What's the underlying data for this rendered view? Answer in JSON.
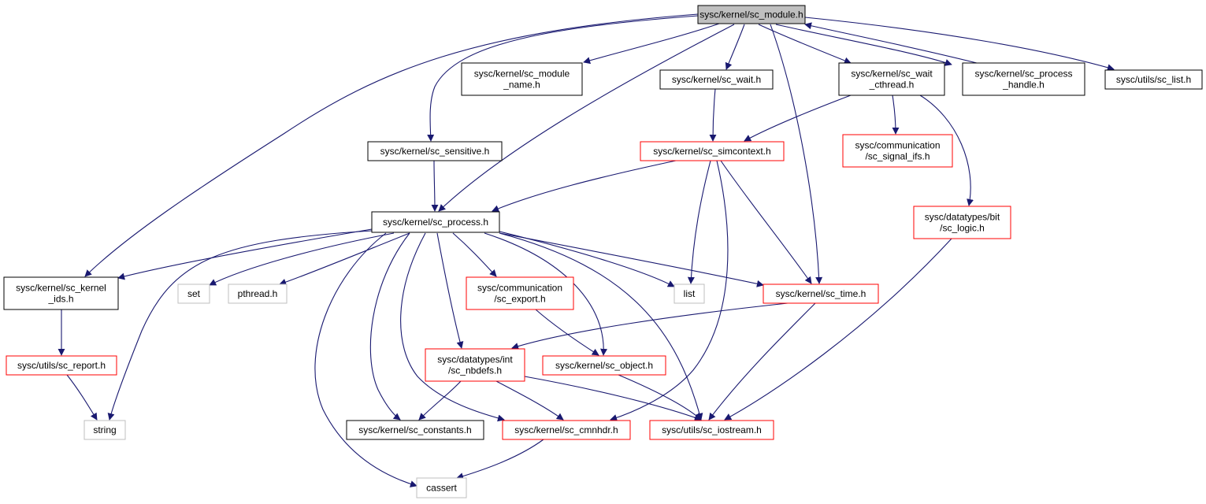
{
  "colors": {
    "edge": "#191970",
    "border_documented": "#000000",
    "border_red": "#ff0000",
    "border_external": "#bfbfbf",
    "root_fill": "#bfbfbf",
    "fill": "#ffffff"
  },
  "nodes": [
    {
      "id": "sc_module",
      "lines": [
        "sysc/kernel/sc_module.h"
      ],
      "kind": "root"
    },
    {
      "id": "sc_module_name",
      "lines": [
        "sysc/kernel/sc_module",
        "_name.h"
      ],
      "kind": "documented"
    },
    {
      "id": "sc_wait",
      "lines": [
        "sysc/kernel/sc_wait.h"
      ],
      "kind": "documented"
    },
    {
      "id": "sc_wait_cthread",
      "lines": [
        "sysc/kernel/sc_wait",
        "_cthread.h"
      ],
      "kind": "documented"
    },
    {
      "id": "sc_process_handle",
      "lines": [
        "sysc/kernel/sc_process",
        "_handle.h"
      ],
      "kind": "documented"
    },
    {
      "id": "sc_list",
      "lines": [
        "sysc/utils/sc_list.h"
      ],
      "kind": "documented"
    },
    {
      "id": "sc_sensitive",
      "lines": [
        "sysc/kernel/sc_sensitive.h"
      ],
      "kind": "documented"
    },
    {
      "id": "sc_simcontext",
      "lines": [
        "sysc/kernel/sc_simcontext.h"
      ],
      "kind": "red"
    },
    {
      "id": "sc_signal_ifs",
      "lines": [
        "sysc/communication",
        "/sc_signal_ifs.h"
      ],
      "kind": "red"
    },
    {
      "id": "sc_process",
      "lines": [
        "sysc/kernel/sc_process.h"
      ],
      "kind": "documented"
    },
    {
      "id": "sc_logic",
      "lines": [
        "sysc/datatypes/bit",
        "/sc_logic.h"
      ],
      "kind": "red"
    },
    {
      "id": "sc_kernel_ids",
      "lines": [
        "sysc/kernel/sc_kernel",
        "_ids.h"
      ],
      "kind": "documented"
    },
    {
      "id": "set",
      "lines": [
        "set"
      ],
      "kind": "external"
    },
    {
      "id": "pthread",
      "lines": [
        "pthread.h"
      ],
      "kind": "external"
    },
    {
      "id": "sc_export",
      "lines": [
        "sysc/communication",
        "/sc_export.h"
      ],
      "kind": "red"
    },
    {
      "id": "list",
      "lines": [
        "list"
      ],
      "kind": "external"
    },
    {
      "id": "sc_time",
      "lines": [
        "sysc/kernel/sc_time.h"
      ],
      "kind": "red"
    },
    {
      "id": "sc_report",
      "lines": [
        "sysc/utils/sc_report.h"
      ],
      "kind": "red"
    },
    {
      "id": "sc_nbdefs",
      "lines": [
        "sysc/datatypes/int",
        "/sc_nbdefs.h"
      ],
      "kind": "red"
    },
    {
      "id": "sc_object",
      "lines": [
        "sysc/kernel/sc_object.h"
      ],
      "kind": "red"
    },
    {
      "id": "string",
      "lines": [
        "string"
      ],
      "kind": "external"
    },
    {
      "id": "sc_constants",
      "lines": [
        "sysc/kernel/sc_constants.h"
      ],
      "kind": "documented"
    },
    {
      "id": "sc_cmnhdr",
      "lines": [
        "sysc/kernel/sc_cmnhdr.h"
      ],
      "kind": "red"
    },
    {
      "id": "sc_iostream",
      "lines": [
        "sysc/utils/sc_iostream.h"
      ],
      "kind": "red"
    },
    {
      "id": "cassert",
      "lines": [
        "cassert"
      ],
      "kind": "external"
    }
  ],
  "edges": [
    [
      "sc_module",
      "sc_module_name"
    ],
    [
      "sc_module",
      "sc_wait"
    ],
    [
      "sc_module",
      "sc_wait_cthread"
    ],
    [
      "sc_module",
      "sc_process_handle"
    ],
    [
      "sc_module",
      "sc_list"
    ],
    [
      "sc_module",
      "sc_sensitive"
    ],
    [
      "sc_module",
      "sc_process"
    ],
    [
      "sc_module",
      "sc_kernel_ids"
    ],
    [
      "sc_module",
      "sc_time"
    ],
    [
      "sc_wait",
      "sc_simcontext"
    ],
    [
      "sc_wait_cthread",
      "sc_simcontext"
    ],
    [
      "sc_wait_cthread",
      "sc_signal_ifs"
    ],
    [
      "sc_wait_cthread",
      "sc_logic"
    ],
    [
      "sc_process_handle",
      "sc_module"
    ],
    [
      "sc_sensitive",
      "sc_process"
    ],
    [
      "sc_simcontext",
      "sc_process"
    ],
    [
      "sc_simcontext",
      "list"
    ],
    [
      "sc_simcontext",
      "sc_time"
    ],
    [
      "sc_simcontext",
      "sc_cmnhdr"
    ],
    [
      "sc_logic",
      "sc_iostream"
    ],
    [
      "sc_process",
      "sc_kernel_ids"
    ],
    [
      "sc_process",
      "set"
    ],
    [
      "sc_process",
      "pthread"
    ],
    [
      "sc_process",
      "sc_export"
    ],
    [
      "sc_process",
      "list"
    ],
    [
      "sc_process",
      "sc_time"
    ],
    [
      "sc_process",
      "string"
    ],
    [
      "sc_process",
      "sc_nbdefs"
    ],
    [
      "sc_process",
      "sc_object"
    ],
    [
      "sc_process",
      "sc_constants"
    ],
    [
      "sc_process",
      "sc_cmnhdr"
    ],
    [
      "sc_process",
      "sc_iostream"
    ],
    [
      "sc_process",
      "cassert"
    ],
    [
      "sc_kernel_ids",
      "sc_report"
    ],
    [
      "sc_report",
      "string"
    ],
    [
      "sc_export",
      "sc_object"
    ],
    [
      "sc_time",
      "sc_nbdefs"
    ],
    [
      "sc_time",
      "sc_iostream"
    ],
    [
      "sc_nbdefs",
      "sc_constants"
    ],
    [
      "sc_nbdefs",
      "sc_cmnhdr"
    ],
    [
      "sc_nbdefs",
      "sc_iostream"
    ],
    [
      "sc_object",
      "sc_iostream"
    ],
    [
      "sc_cmnhdr",
      "cassert"
    ]
  ]
}
